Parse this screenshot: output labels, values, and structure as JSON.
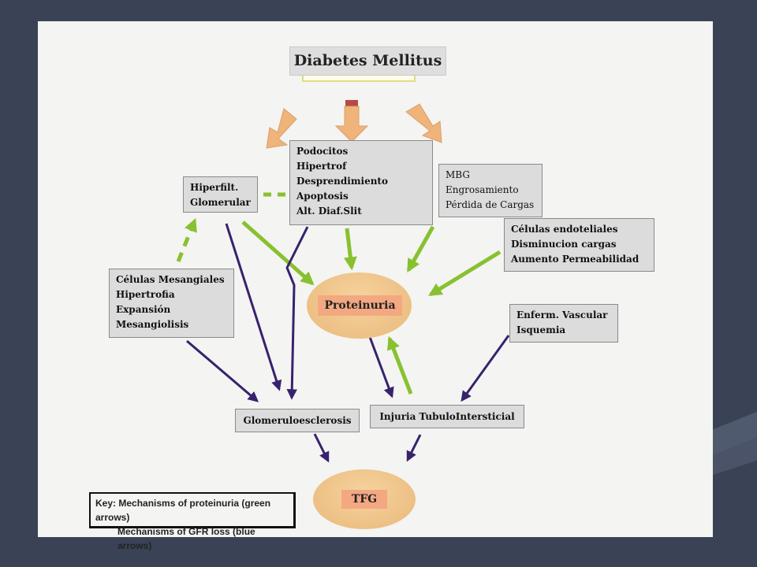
{
  "title": "Diabetes Mellitus",
  "boxes": {
    "podocitos": [
      "Podocitos",
      "Hipertrof",
      "Desprendimiento",
      "Apoptosis",
      "Alt. Diaf.Slit"
    ],
    "mbg": [
      "MBG",
      "Engrosamiento",
      "Pérdida de Cargas"
    ],
    "hiperfilt": [
      "Hiperfilt.",
      "Glomerular"
    ],
    "endoteliales": [
      "Células endoteliales",
      "Disminucion cargas",
      "Aumento Permeabilidad"
    ],
    "mesangiales": [
      "Células Mesangiales",
      "Hipertrofia",
      "Expansión",
      "Mesangiolisis"
    ],
    "vascular": [
      "Enferm. Vascular",
      "Isquemia"
    ],
    "glomeruloesclerosis": "Glomeruloesclerosis",
    "injuria": "Injuria TubuloIntersticial"
  },
  "nodes": {
    "proteinuria": "Proteinuria",
    "tfg": "TFG"
  },
  "key": {
    "line1": "Key: Mechanisms of proteinuria (green arrows)",
    "line2": "Mechanisms of GFR loss (blue arrows)"
  },
  "colors": {
    "green_arrow": "#88c130",
    "blue_arrow": "#38226e",
    "orange_arrow": "#f0b37a",
    "node_fill": "#edc089",
    "node_label": "#f3a882"
  }
}
